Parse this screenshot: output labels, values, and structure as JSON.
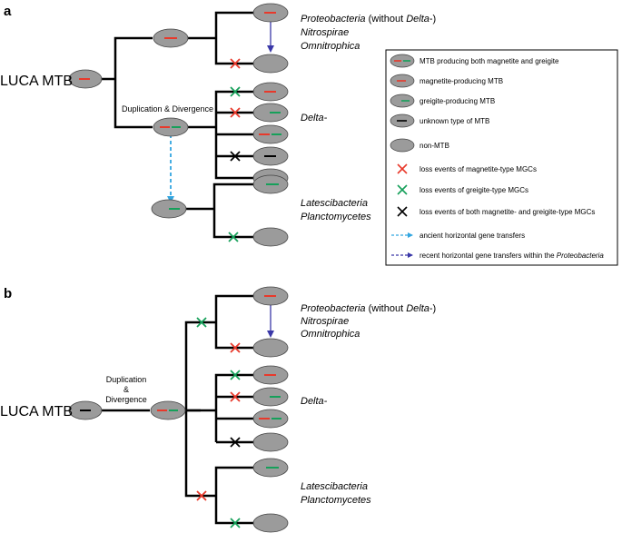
{
  "panel_a": {
    "label": "a",
    "root_label": "LUCA MTB",
    "duplication_label": "Duplication & Divergence",
    "groups": {
      "proteo": {
        "pre": "Proteobacteria",
        "post": " (without ",
        "delta": "Delta",
        "end": "-)"
      },
      "nitro": "Nitrospirae",
      "omni": "Omnitrophica",
      "delta": "Delta-",
      "latesci": "Latescibacteria",
      "plancto": "Planctomycetes"
    }
  },
  "panel_b": {
    "label": "b",
    "root_label": "LUCA MTB",
    "duplication_lines": [
      "Duplication",
      "&",
      "Divergence"
    ],
    "groups": {
      "proteo": {
        "pre": "Proteobacteria",
        "post": " (without ",
        "delta": "Delta",
        "end": "-)"
      },
      "nitro": "Nitrospirae",
      "omni": "Omnitrophica",
      "delta": "Delta-",
      "latesci": "Latescibacteria",
      "plancto": "Planctomycetes"
    }
  },
  "legend": {
    "items": [
      {
        "label": "MTB producing both magnetite and greigite"
      },
      {
        "label": "magnetite-producing MTB"
      },
      {
        "label": "greigite-producing MTB"
      },
      {
        "label": "unknown type of MTB"
      },
      {
        "label": "non-MTB"
      },
      {
        "label": "loss events of magnetite-type MGCs"
      },
      {
        "label": "loss events of greigite-type MGCs"
      },
      {
        "label": "loss events of both magnetite- and greigite-type MGCs"
      },
      {
        "label": "ancient horizontal gene transfers"
      },
      {
        "label": "recent horizontal gene transfers within the ",
        "italic": "Proteobacteria"
      }
    ]
  },
  "colors": {
    "magnetite": "#e8392b",
    "greigite": "#16a05a",
    "unknown": "#000000",
    "node_fill": "#9b9b9b",
    "ancient_hgt": "#33a6e0",
    "recent_hgt": "#3a38a8"
  }
}
